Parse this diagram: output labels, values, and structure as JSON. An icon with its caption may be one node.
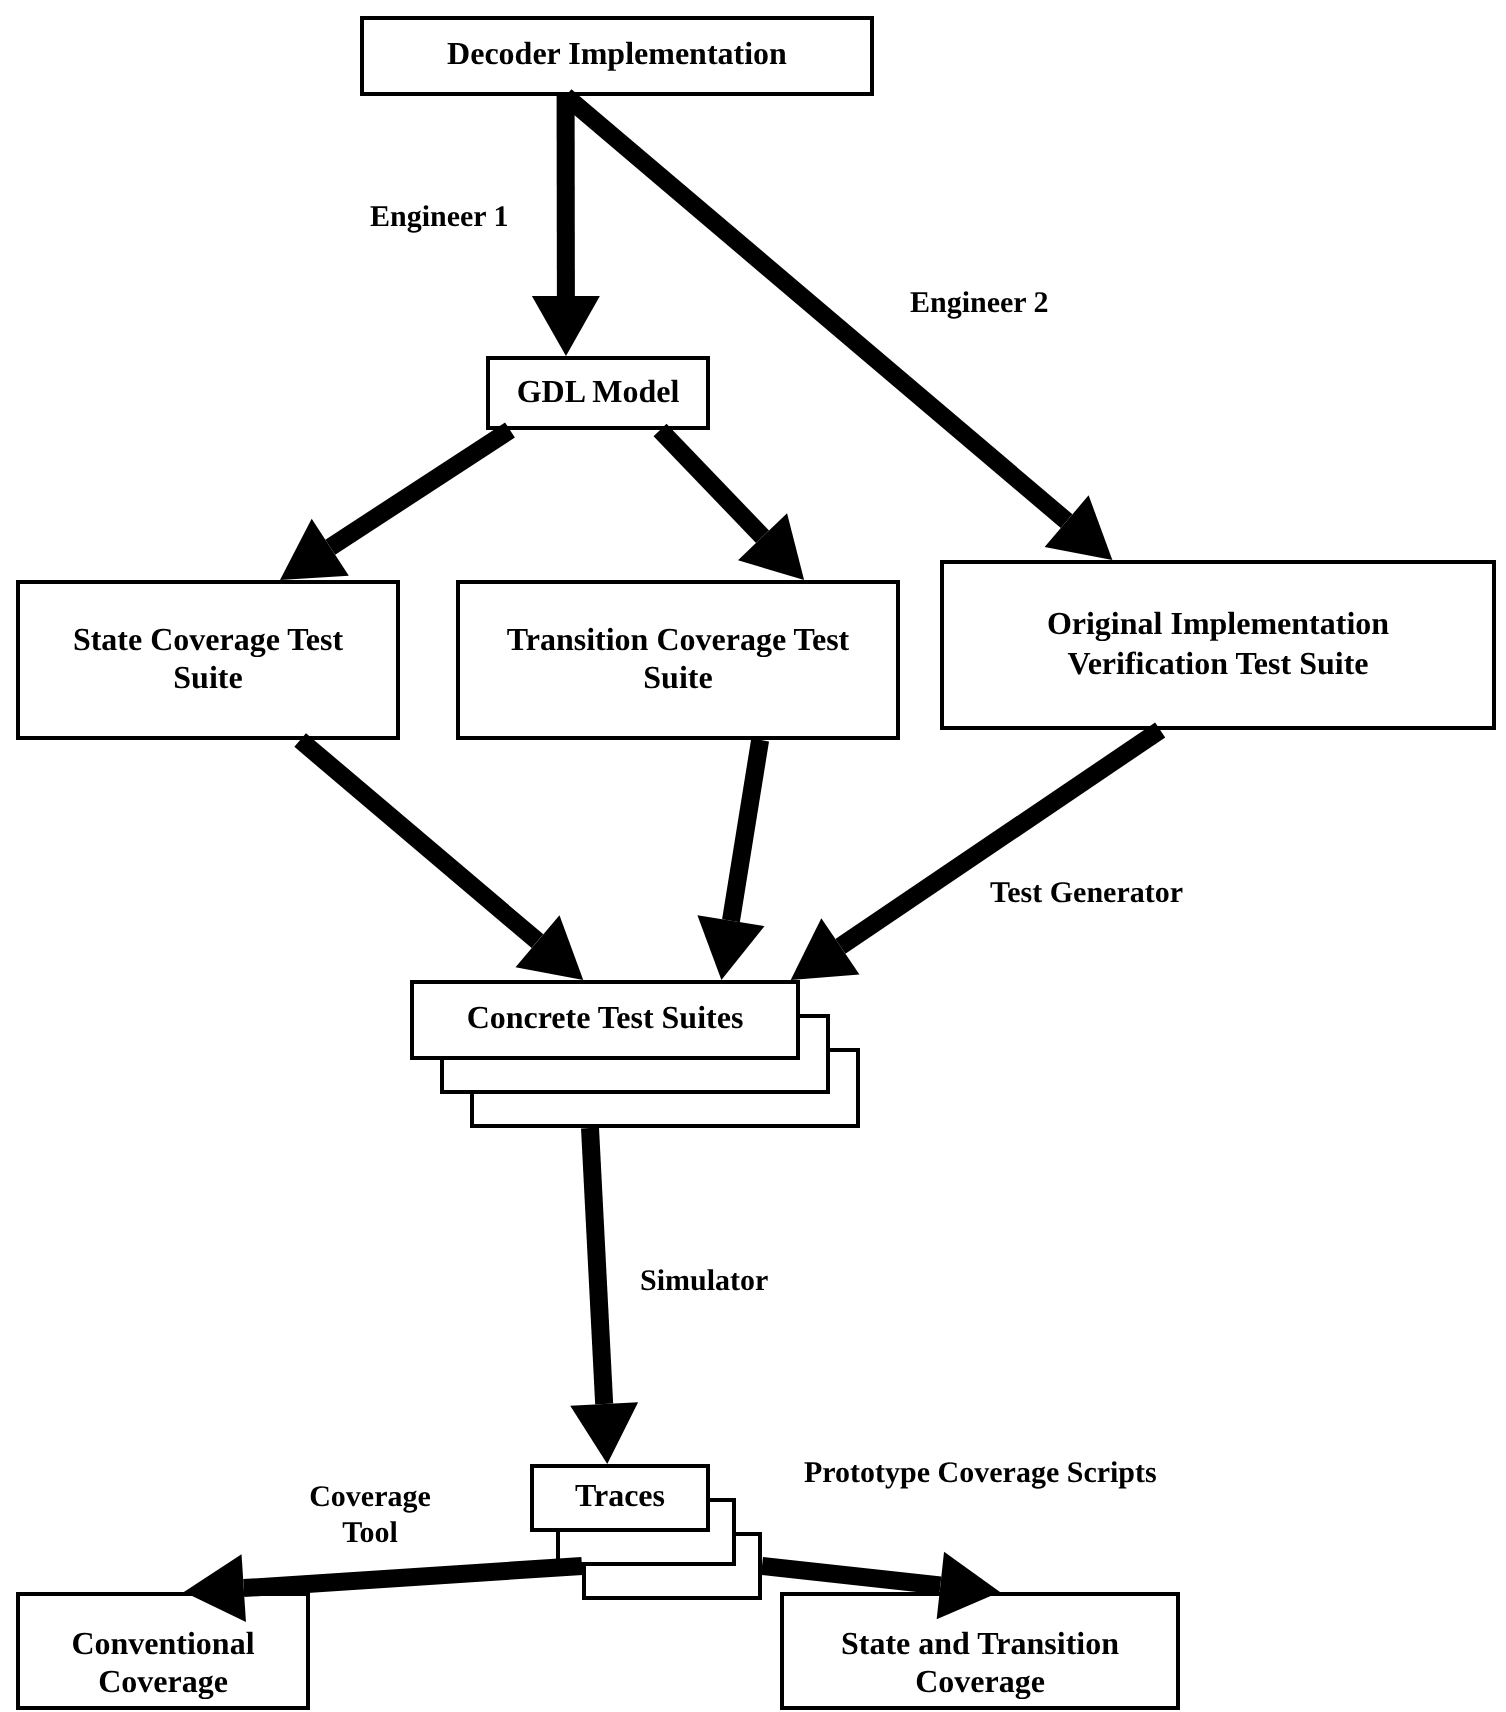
{
  "diagram": {
    "nodes": [
      {
        "text": [
          "Decoder Implementation"
        ]
      },
      {
        "text": [
          "GDL Model"
        ]
      },
      {
        "text": [
          "State Coverage Test Suite"
        ]
      },
      {
        "text": [
          "Transition Coverage Test Suite"
        ]
      },
      {
        "text": [
          "Original Implementation Verification Test Suite"
        ]
      },
      {
        "text": [
          "Concrete Test Suites"
        ]
      },
      {
        "text": [
          "Traces"
        ]
      },
      {
        "text": [
          "Conventional Coverage"
        ]
      },
      {
        "text": [
          "State and Transition Coverage"
        ]
      }
    ],
    "edges": [
      {
        "from": 0,
        "to": 1,
        "arrow": "to",
        "label": "Engineer 1"
      },
      {
        "from": 0,
        "to": 4,
        "arrow": "to",
        "label": "Engineer 2"
      },
      {
        "from": 1,
        "to": 2,
        "arrow": "to"
      },
      {
        "from": 1,
        "to": 3,
        "arrow": "to"
      },
      {
        "from": 2,
        "to": 5,
        "arrow": "to"
      },
      {
        "from": 3,
        "to": 5,
        "arrow": "to"
      },
      {
        "from": 4,
        "to": 5,
        "arrow": "to",
        "label": "Test Generator"
      },
      {
        "from": 5,
        "to": 6,
        "arrow": "to",
        "label": "Simulator"
      },
      {
        "from": 6,
        "to": 7,
        "arrow": "to",
        "label": "Coverage Tool"
      },
      {
        "from": 6,
        "to": 8,
        "arrow": "to",
        "label": "Prototype Coverage Scripts"
      }
    ]
  }
}
